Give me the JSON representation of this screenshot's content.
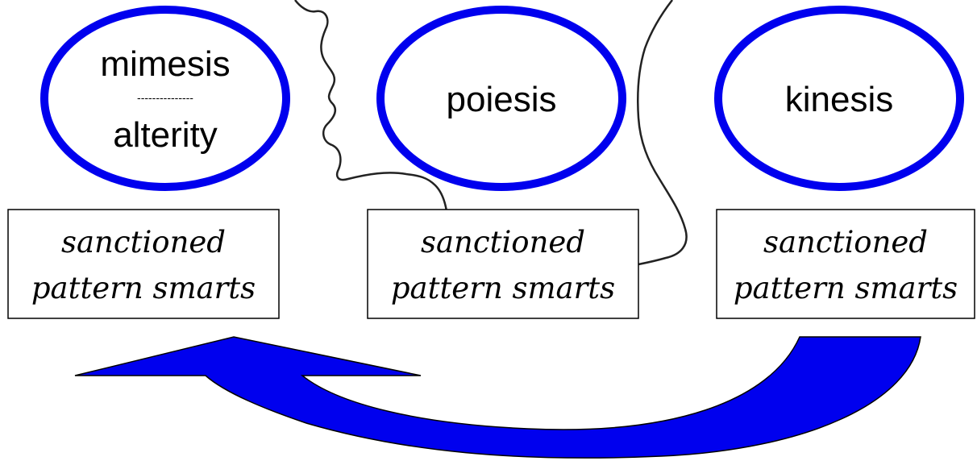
{
  "colors": {
    "ellipse_stroke": "#0000ee",
    "arrow_fill": "#0000ee",
    "line": "#222222",
    "box_border": "#000000"
  },
  "nodes": [
    {
      "name": "mimesis",
      "top_label": "mimesis",
      "divider": "---------------",
      "bottom_label": "alterity"
    },
    {
      "name": "poiesis",
      "label": "poiesis"
    },
    {
      "name": "kinesis",
      "label": "kinesis"
    }
  ],
  "boxes": [
    {
      "line1": "sanctioned",
      "line2": "pattern smarts"
    },
    {
      "line1": "sanctioned",
      "line2": "pattern smarts"
    },
    {
      "line1": "sanctioned",
      "line2": "pattern smarts"
    }
  ],
  "connectors": {
    "curved_arrow": {
      "from": "kinesis",
      "to": "mimesis",
      "icon": "curved-arrow-icon"
    },
    "face_profile": {
      "icon": "face-profile-icon"
    }
  }
}
